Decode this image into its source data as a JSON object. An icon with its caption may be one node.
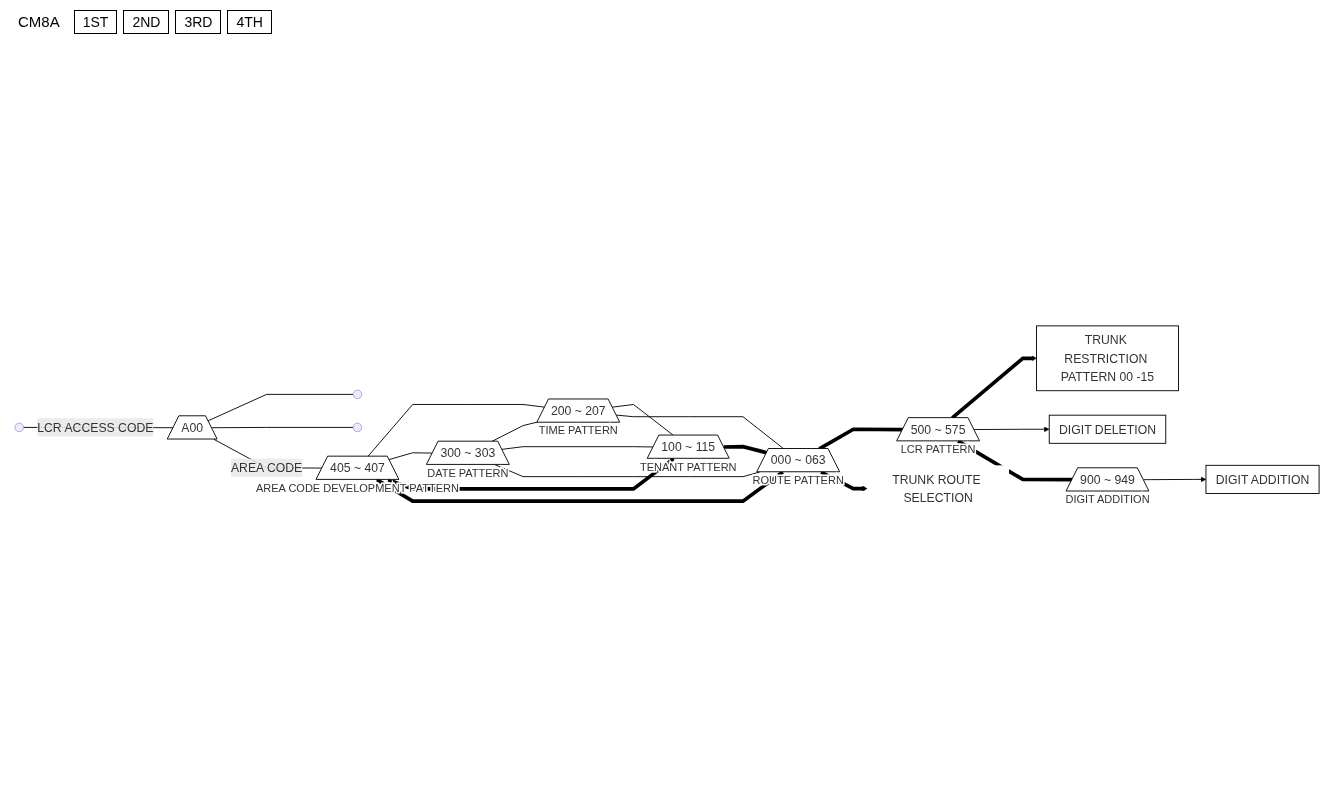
{
  "diagram": {
    "nodes": [
      {
        "text": [
          "A00"
        ]
      },
      {
        "text": [
          "405 ~ 407"
        ],
        "beside": [
          "AREA CODE DEVELOPMENT PATTERN"
        ]
      },
      {
        "text": [
          "200 ~ 207"
        ],
        "beside": [
          "TIME PATTERN"
        ]
      },
      {
        "text": [
          "300 ~ 303"
        ],
        "beside": [
          "DATE PATTERN"
        ]
      },
      {
        "text": [
          "100 ~ 115"
        ],
        "beside": [
          "TENANT PATTERN"
        ]
      },
      {
        "text": [
          "000 ~ 063"
        ],
        "beside": [
          "ROUTE PATTERN"
        ]
      },
      {
        "text": [
          "500 ~ 575"
        ],
        "beside": [
          "LCR PATTERN"
        ]
      },
      {
        "text": [
          "TRUNK RESTRICTION PATTERN 00 -15"
        ]
      },
      {
        "text": [
          "DIGIT DELETION"
        ]
      },
      {
        "text": [
          "900 ~ 949"
        ],
        "beside": [
          "DIGIT ADDITION"
        ]
      },
      {
        "text": [
          "DIGIT ADDITION"
        ]
      },
      {
        "text": [
          "TRUNK ROUTE SELECTION"
        ]
      }
    ],
    "edges": [
      {
        "from": null,
        "to": 0,
        "arrow": "none",
        "label": "LCR ACCESS CODE"
      },
      {
        "from": 0,
        "to": null,
        "arrow": "none"
      },
      {
        "from": 0,
        "to": null,
        "arrow": "none"
      },
      {
        "from": 0,
        "to": 1,
        "arrow": "none",
        "label": "AREA CODE"
      },
      {
        "from": 1,
        "to": 2,
        "arrow": "none"
      },
      {
        "from": 1,
        "to": 3,
        "arrow": "none"
      },
      {
        "from": 1,
        "to": 4,
        "arrow": "none",
        "style": "thick"
      },
      {
        "from": 1,
        "to": 5,
        "arrow": "none",
        "style": "thick"
      },
      {
        "from": 2,
        "to": 4,
        "arrow": "none"
      },
      {
        "from": 2,
        "to": 5,
        "arrow": "none"
      },
      {
        "from": 3,
        "to": 2,
        "arrow": "none"
      },
      {
        "from": 3,
        "to": 4,
        "arrow": "none"
      },
      {
        "from": 3,
        "to": 5,
        "arrow": "none"
      },
      {
        "from": 4,
        "to": 5,
        "arrow": "none",
        "style": "thick"
      },
      {
        "from": 5,
        "to": 6,
        "arrow": "none",
        "style": "thick"
      },
      {
        "from": 5,
        "to": 11,
        "arrow": "to",
        "style": "thick"
      },
      {
        "from": 6,
        "to": 7,
        "arrow": "to",
        "style": "thick"
      },
      {
        "from": 6,
        "to": 8,
        "arrow": "to"
      },
      {
        "from": 6,
        "to": 9,
        "arrow": "none",
        "style": "thick"
      },
      {
        "from": 9,
        "to": 10,
        "arrow": "to"
      }
    ],
    "labels": [
      "CM8A",
      "1ST",
      "2ND",
      "3RD",
      "4TH"
    ]
  }
}
